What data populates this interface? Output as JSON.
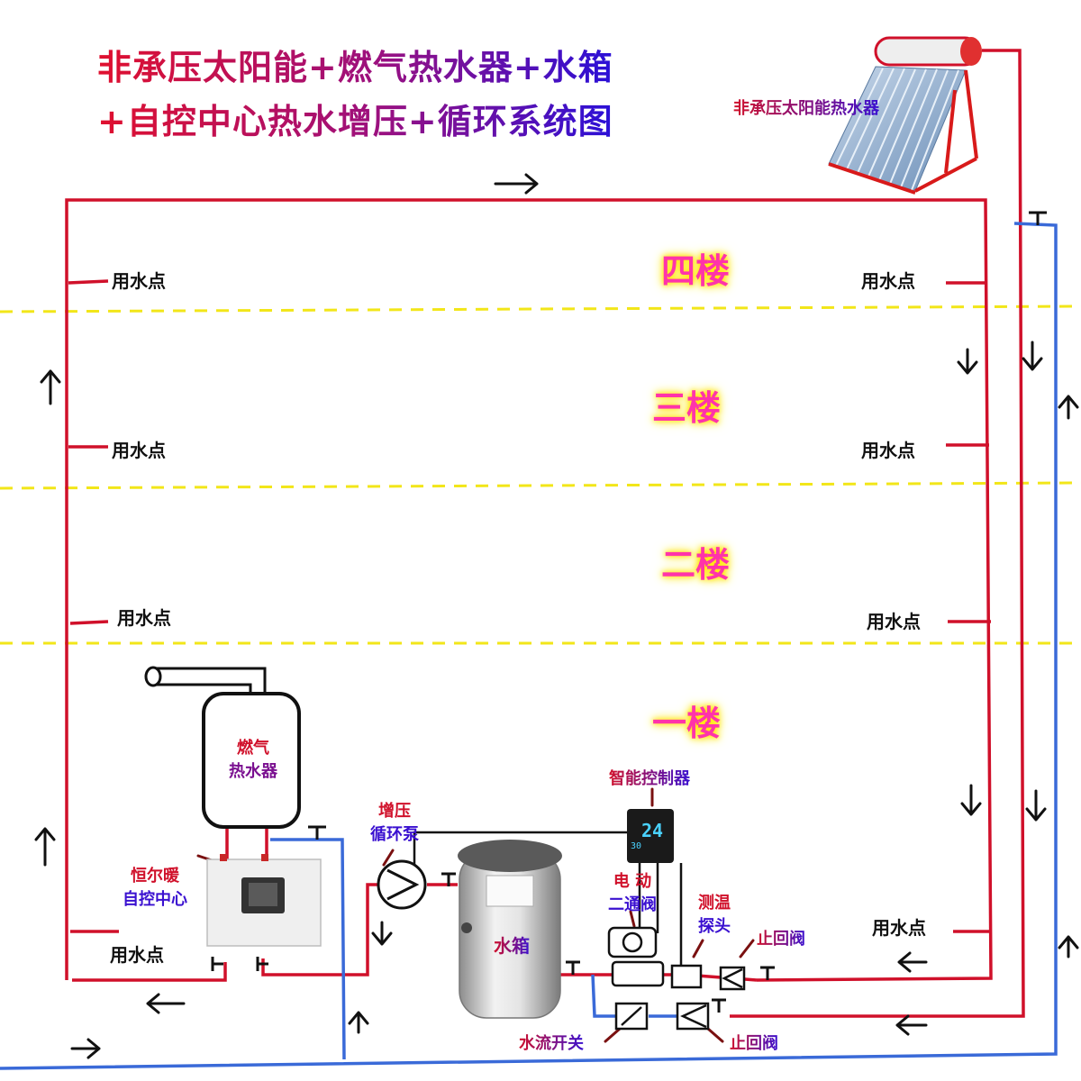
{
  "title": {
    "line1": "非承压太阳能+燃气热水器+水箱",
    "line2": "+自控中心热水增压+循环系统图"
  },
  "solar_label": "非承压太阳能热水器",
  "floors": {
    "f4": "四楼",
    "f3": "三楼",
    "f2": "二楼",
    "f1": "一楼"
  },
  "water_point": "用水点",
  "gas_heater": {
    "line1": "燃气",
    "line2": "热水器"
  },
  "control_center": {
    "line1": "恒尔暖",
    "line2": "自控中心"
  },
  "pump": {
    "line1": "增压",
    "line2": "循环泵"
  },
  "tank": "水箱",
  "smart_controller": "智能控制器",
  "controller_display": {
    "main": "24",
    "sub": "30"
  },
  "electric_valve": {
    "line1": "电 动",
    "line2": "二通阀"
  },
  "temp_probe": {
    "line1": "测温",
    "line2": "探头"
  },
  "check_valve_1": "止回阀",
  "check_valve_2": "止回阀",
  "flow_switch": "水流开关",
  "colors": {
    "hot_pipe": "#d0102a",
    "cold_pipe": "#3a6ad8",
    "floor_divider": "#f2e619",
    "floor_text": "#ff33aa"
  }
}
